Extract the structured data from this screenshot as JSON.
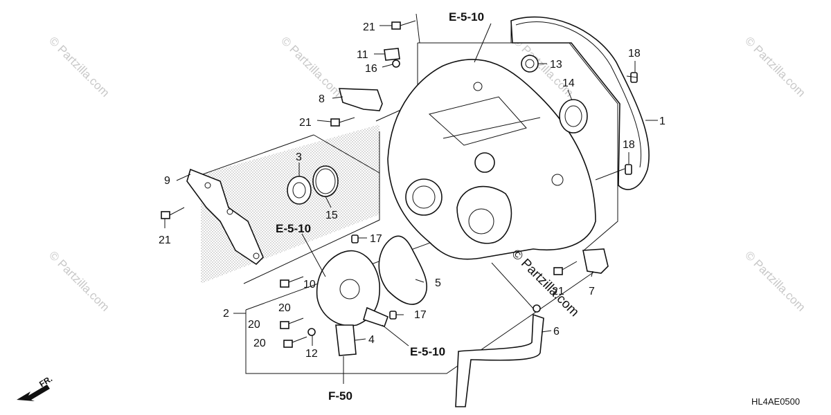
{
  "diagram": {
    "callouts": [
      "1",
      "2",
      "3",
      "4",
      "5",
      "6",
      "7",
      "8",
      "9",
      "10",
      "11",
      "12",
      "13",
      "14",
      "15",
      "16",
      "17",
      "18",
      "20",
      "21"
    ],
    "references": [
      "E-5-10",
      "F-50"
    ],
    "diagram_code": "HL4AE0500",
    "front_label": "FR.",
    "watermark": "© Partzilla.com"
  }
}
